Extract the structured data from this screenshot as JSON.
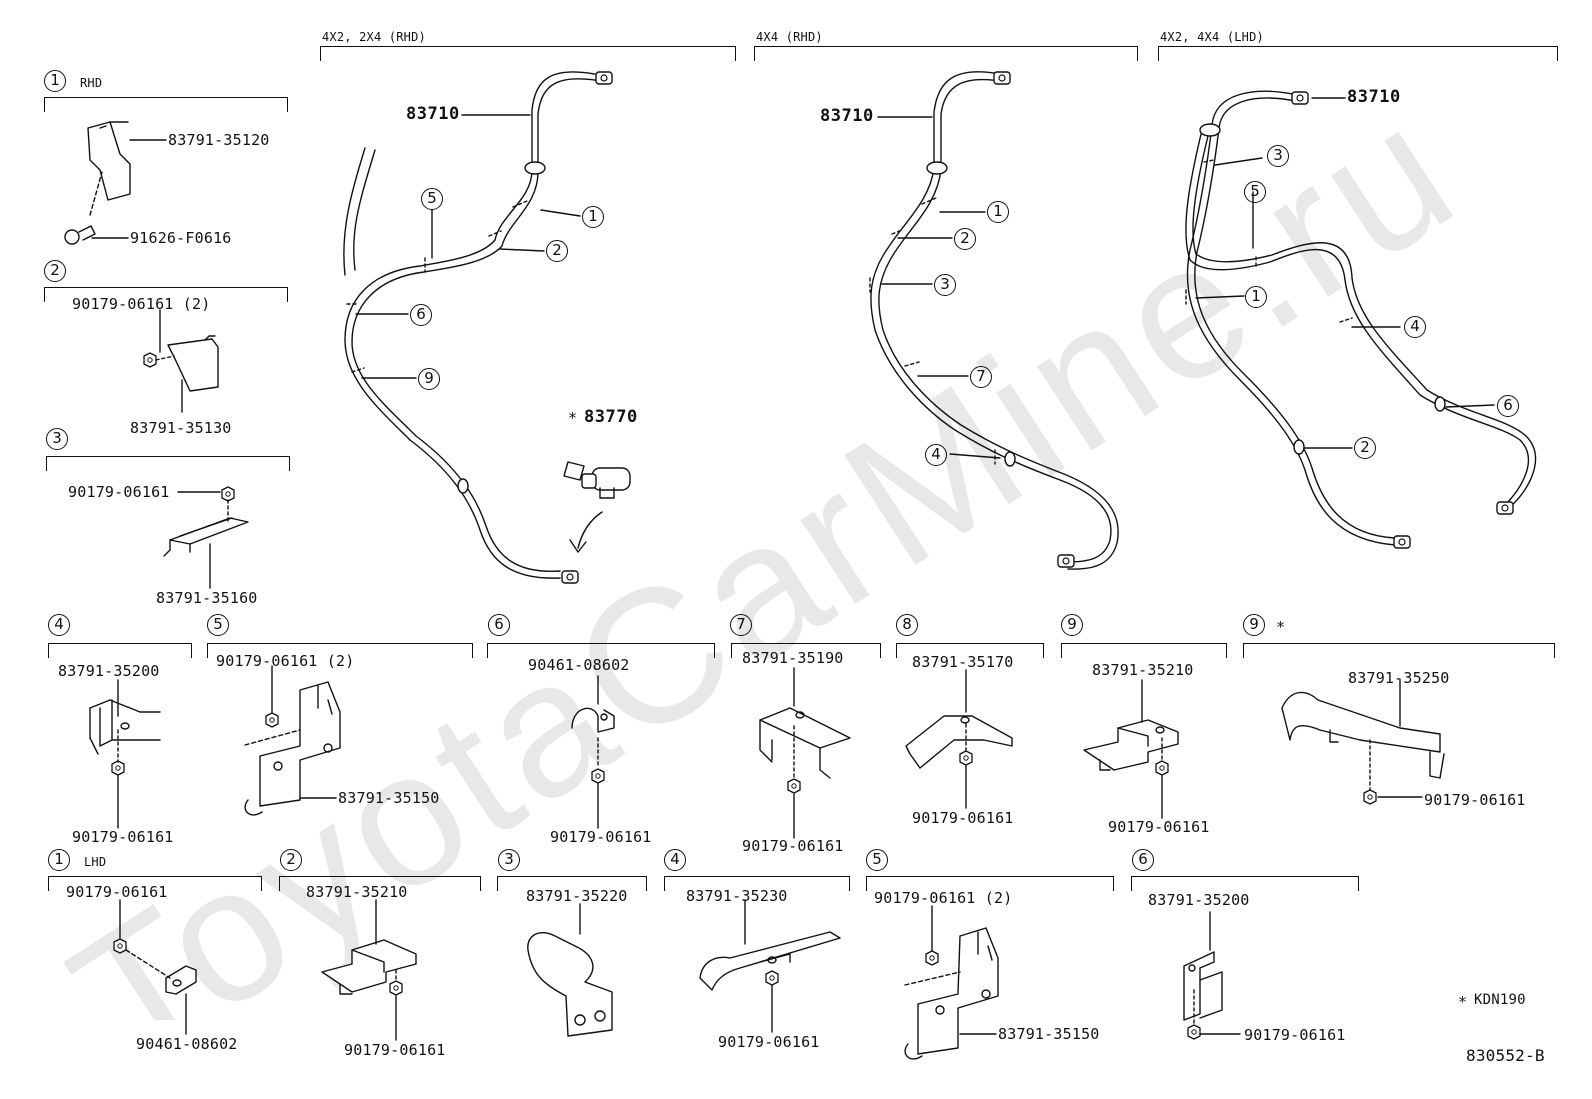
{
  "sections": {
    "top_left": "4X2, 2X4 (RHD)",
    "top_mid": "4X4 (RHD)",
    "top_right": "4X2, 4X4 (LHD)"
  },
  "main_parts": {
    "cable_a": "83710",
    "cable_b": "83710",
    "cable_c": "83710",
    "sensor": "83770",
    "sensor_mark": "*"
  },
  "callouts": [
    "1",
    "2",
    "3",
    "4",
    "5",
    "6",
    "7",
    "8",
    "9"
  ],
  "watermark": "ToyotaCarMine.ru",
  "footnote": {
    "mark": "*",
    "text": "KDN190"
  },
  "diagram_id": "830552-B",
  "details": {
    "rhd1": {
      "no": "1",
      "tag": "RHD",
      "p1": "83791-35120",
      "p2": "91626-F0616"
    },
    "rhd2": {
      "no": "2",
      "p1": "90179-06161 (2)",
      "p2": "83791-35130"
    },
    "rhd3": {
      "no": "3",
      "p1": "90179-06161",
      "p2": "83791-35160"
    },
    "rhd4": {
      "no": "4",
      "p1": "83791-35200",
      "p2": "90179-06161"
    },
    "rhd5": {
      "no": "5",
      "p1": "90179-06161 (2)",
      "p2": "83791-35150"
    },
    "rhd6": {
      "no": "6",
      "p1": "90461-08602",
      "p2": "90179-06161"
    },
    "rhd7": {
      "no": "7",
      "p1": "83791-35190",
      "p2": "90179-06161"
    },
    "rhd8": {
      "no": "8",
      "p1": "83791-35170",
      "p2": "90179-06161"
    },
    "rhd9": {
      "no": "9",
      "p1": "83791-35210",
      "p2": "90179-06161"
    },
    "rhd9s": {
      "no": "9",
      "mark": "*",
      "p1": "83791-35250",
      "p2": "90179-06161"
    },
    "lhd1": {
      "no": "1",
      "tag": "LHD",
      "p1": "90179-06161",
      "p2": "90461-08602"
    },
    "lhd2": {
      "no": "2",
      "p1": "83791-35210",
      "p2": "90179-06161"
    },
    "lhd3": {
      "no": "3",
      "p1": "83791-35220"
    },
    "lhd4": {
      "no": "4",
      "p1": "83791-35230",
      "p2": "90179-06161"
    },
    "lhd5": {
      "no": "5",
      "p1": "90179-06161 (2)",
      "p2": "83791-35150"
    },
    "lhd6": {
      "no": "6",
      "p1": "83791-35200",
      "p2": "90179-06161"
    }
  }
}
